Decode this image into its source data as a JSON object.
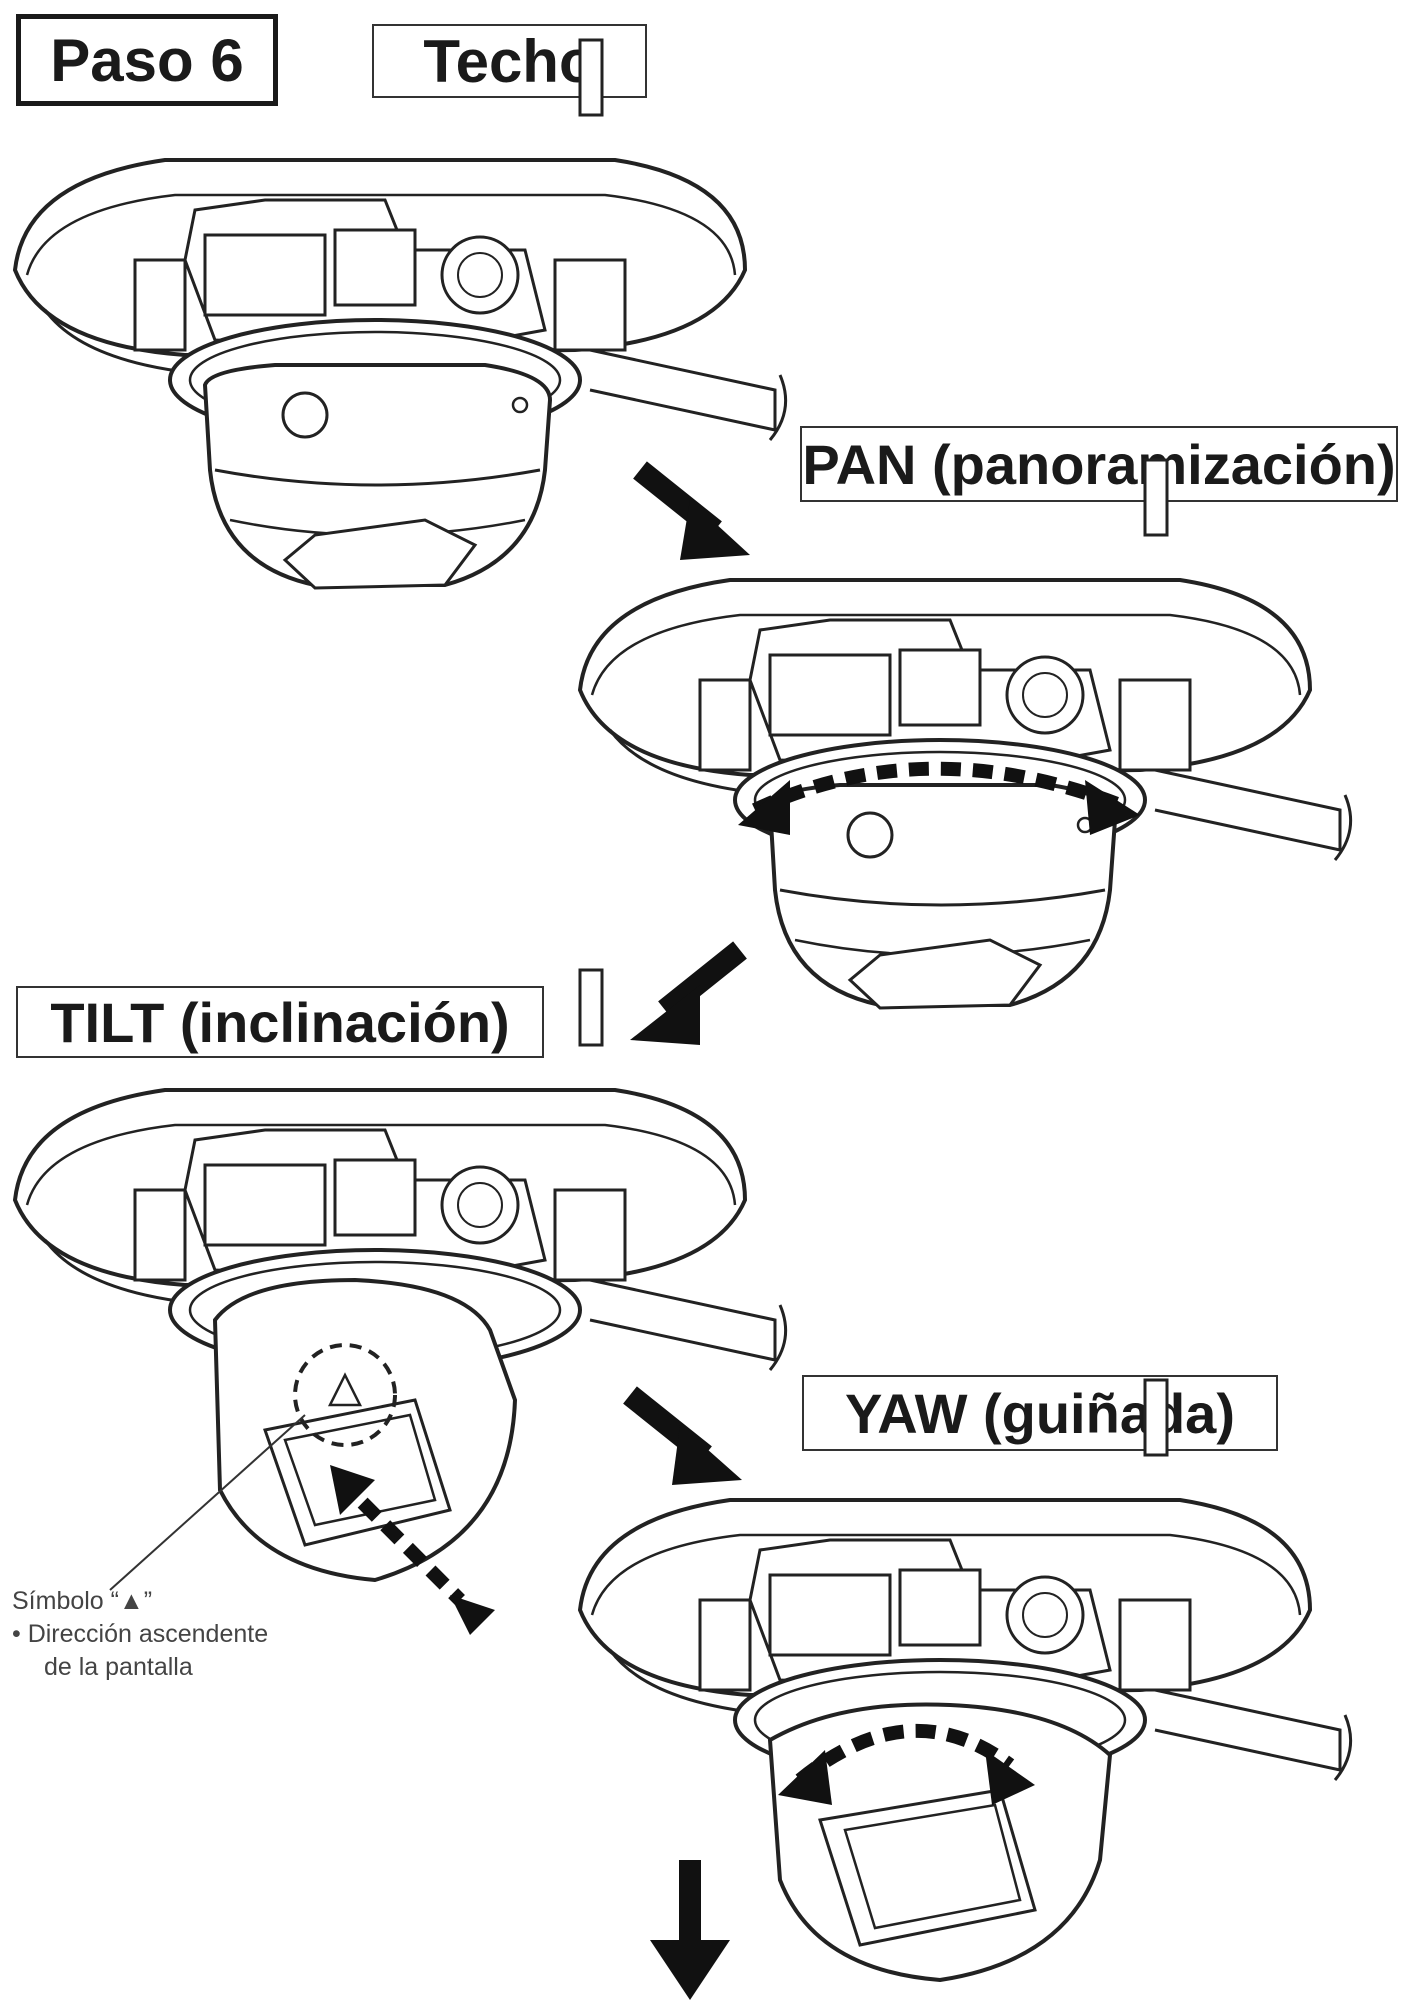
{
  "labels": {
    "step": "Paso 6",
    "ceiling": "Techo",
    "pan": "PAN (panoramización)",
    "tilt": "TILT (inclinación)",
    "yaw": "YAW (guiñada)"
  },
  "note": {
    "symbol": "Símbolo “▲”",
    "bullet_line1": "• Dirección ascendente",
    "bullet_line2": "de la pantalla"
  }
}
